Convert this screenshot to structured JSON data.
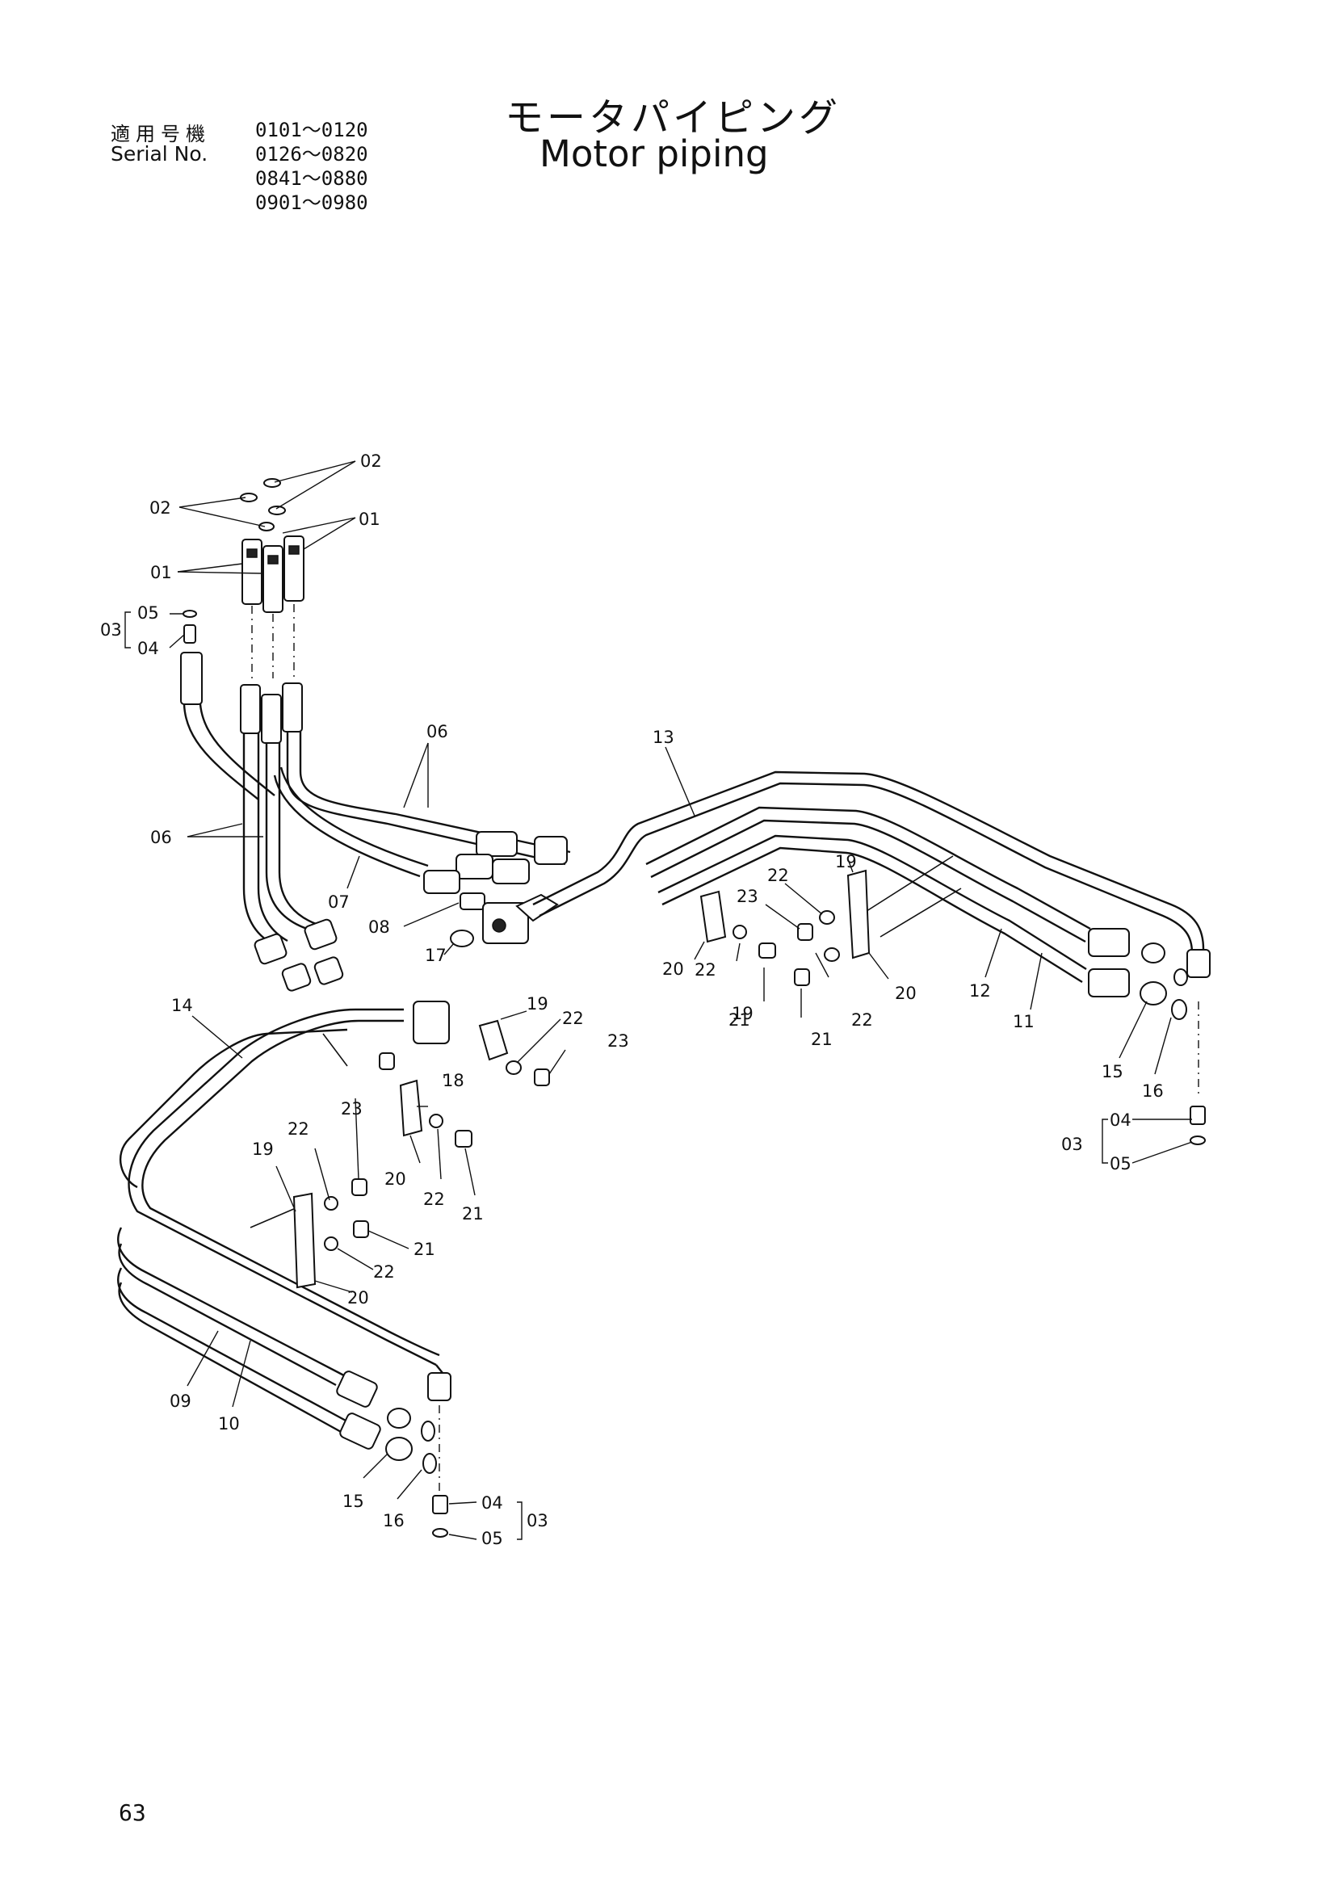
{
  "header": {
    "serial_label_jp": "適用号機",
    "serial_label_en": "Serial No.",
    "serial_ranges": [
      "0101～0120",
      "0126～0820",
      "0841～0880",
      "0901～0980"
    ],
    "title_jp": "モータパイピング",
    "title_en": "Motor piping"
  },
  "callouts": [
    "01",
    "01",
    "02",
    "02",
    "03",
    "04",
    "05",
    "06",
    "06",
    "07",
    "08",
    "13",
    "17",
    "19",
    "20",
    "22",
    "23",
    "22",
    "19",
    "20",
    "21",
    "21",
    "22",
    "12",
    "11",
    "15",
    "16",
    "03",
    "04",
    "05",
    "14",
    "19",
    "22",
    "23",
    "18",
    "20",
    "22",
    "21",
    "23",
    "22",
    "19",
    "21",
    "22",
    "20",
    "09",
    "10",
    "15",
    "16",
    "04",
    "05",
    "03"
  ],
  "page_number": "63"
}
